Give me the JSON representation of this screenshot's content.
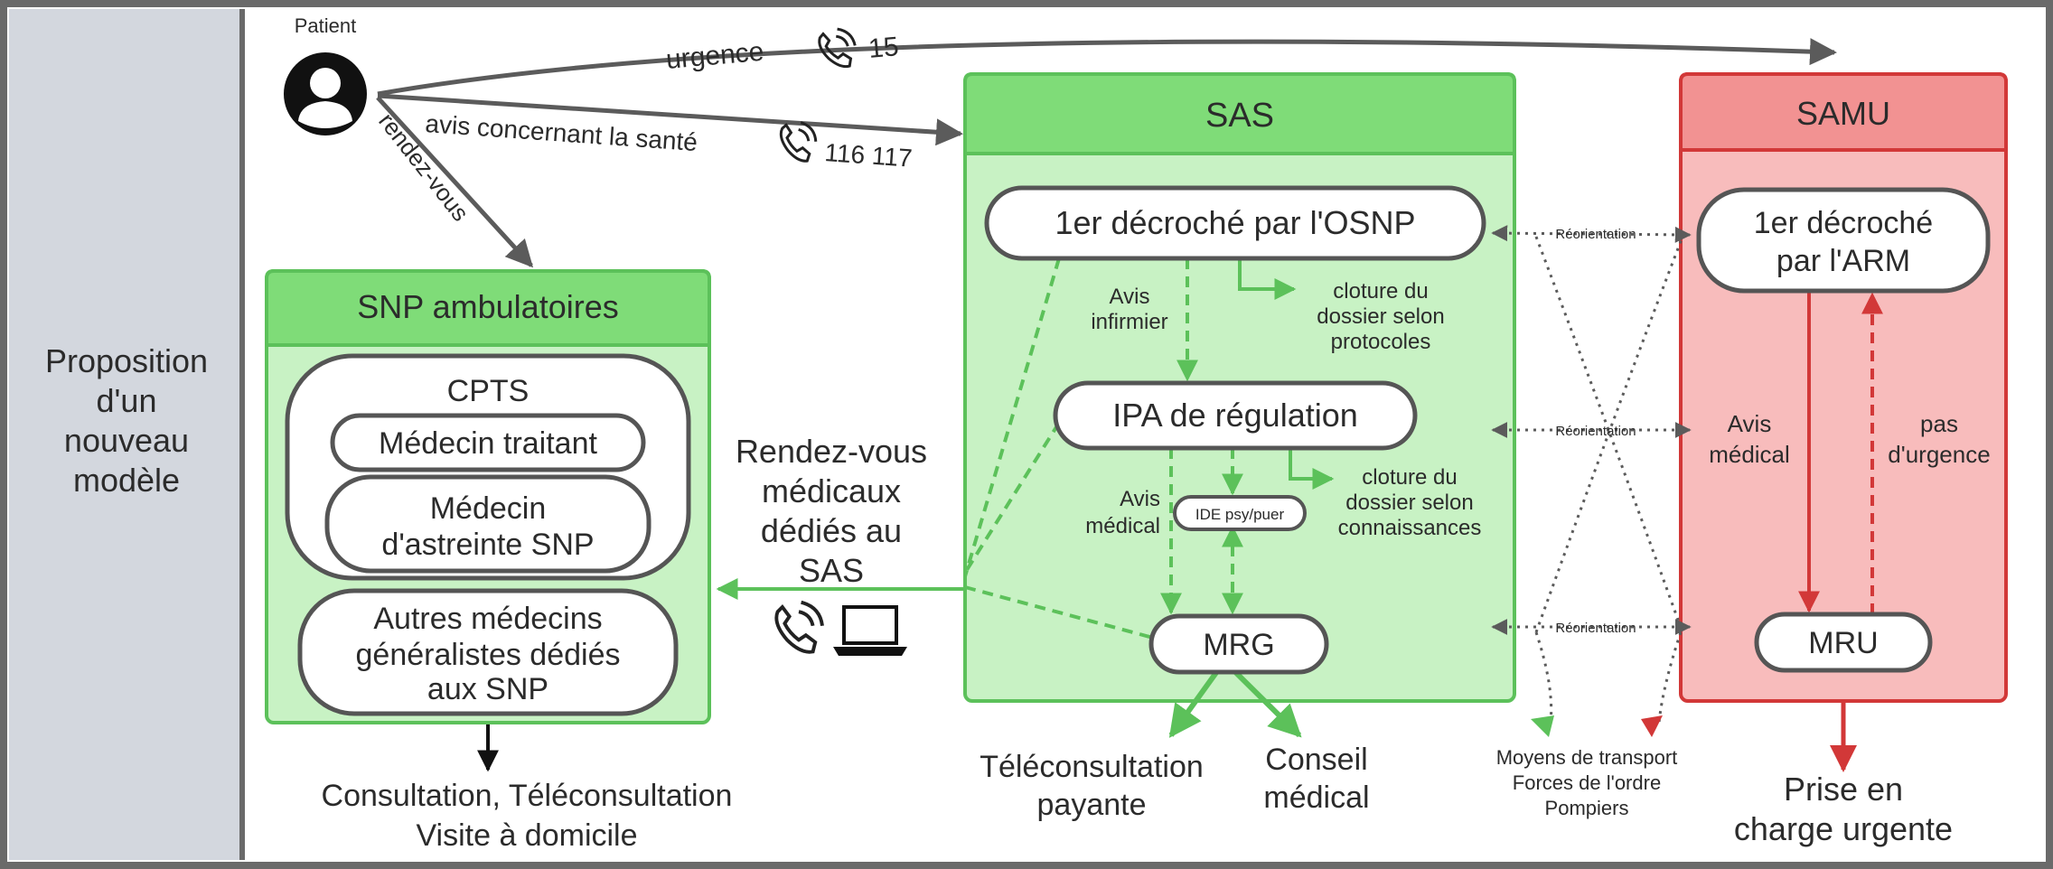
{
  "side_label": [
    "Proposition",
    "d'un",
    "nouveau",
    "modèle"
  ],
  "patient": {
    "label": "Patient"
  },
  "top_links": {
    "urgence": "urgence",
    "urgence_number": "15",
    "avis": "avis concernant la santé",
    "avis_number": "116 117",
    "rendezvous": "rendez-vous"
  },
  "snp": {
    "title": "SNP ambulatoires",
    "cpts": "CPTS",
    "medecin_traitant": "Médecin traitant",
    "astreinte": [
      "Médecin",
      "d'astreinte SNP"
    ],
    "autres": [
      "Autres médecins",
      "généralistes dédiés",
      "aux SNP"
    ],
    "bottom": [
      "Consultation, Téléconsultation",
      "Visite à domicile"
    ]
  },
  "rdv_label": [
    "Rendez-vous",
    "médicaux",
    "dédiés au",
    "SAS"
  ],
  "sas": {
    "title": "SAS",
    "osnp": "1er décroché par l'OSNP",
    "avis_infirmier": [
      "Avis",
      "infirmier"
    ],
    "cloture1": [
      "cloture du",
      "dossier selon",
      "protocoles"
    ],
    "ipa": "IPA de régulation",
    "avis_medical": [
      "Avis",
      "médical"
    ],
    "ide": "IDE psy/puer",
    "cloture2": [
      "cloture du",
      "dossier selon",
      "connaissances"
    ],
    "mrg": "MRG",
    "teleconsult": [
      "Téléconsultation",
      "payante"
    ],
    "conseil": [
      "Conseil",
      "médical"
    ]
  },
  "reorientation": "Réorientation",
  "moyens": [
    "Moyens de transport",
    "Forces de l'ordre",
    "Pompiers"
  ],
  "samu": {
    "title": "SAMU",
    "arm": [
      "1er décroché",
      "par l'ARM"
    ],
    "avis_medical": [
      "Avis",
      "médical"
    ],
    "pas_urgence": [
      "pas",
      "d'urgence"
    ],
    "mru": "MRU",
    "prise": [
      "Prise en",
      "charge urgente"
    ]
  },
  "colors": {
    "green_fill": "#c8f2c4",
    "green_header": "#7fdc78",
    "green_border": "#5cc15a",
    "red_fill": "#f8bcbc",
    "red_header": "#f29292",
    "red_border": "#d23838",
    "gray_arrow": "#5b5b5b",
    "side_bg": "#d3d7de"
  }
}
